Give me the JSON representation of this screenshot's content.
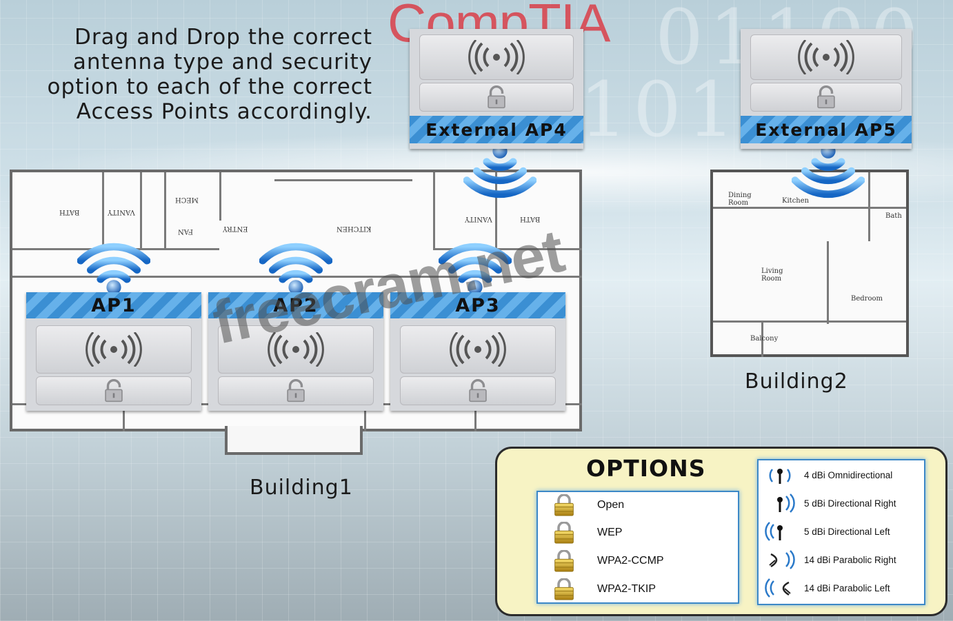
{
  "instructions": [
    "Drag and Drop the correct",
    "antenna type and security",
    "option to each of the correct",
    "Access Points accordingly."
  ],
  "brand": "CompTIA",
  "watermark": "freecram.net",
  "buildings": {
    "building1_label": "Building1",
    "building2_label": "Building2",
    "building1_rooms": [
      "BATH",
      "VANITY",
      "MECH",
      "FAN",
      "ENTRY",
      "KITCHEN",
      "VANITY",
      "BATH"
    ],
    "building2_rooms": [
      "Dining Room",
      "Kitchen",
      "Bath",
      "Living Room",
      "Bedroom",
      "Balcony"
    ]
  },
  "access_points": [
    {
      "label": "AP1"
    },
    {
      "label": "AP2"
    },
    {
      "label": "AP3"
    },
    {
      "label": "External AP4"
    },
    {
      "label": "External AP5"
    }
  ],
  "options": {
    "title": "OPTIONS",
    "security": [
      "Open",
      "WEP",
      "WPA2-CCMP",
      "WPA2-TKIP"
    ],
    "antennas": [
      "4 dBi Omnidirectional",
      "5 dBi Directional Right",
      "5 dBi Directional Left",
      "14 dBi Parabolic Right",
      "14 dBi Parabolic Left"
    ]
  },
  "colors": {
    "band_blue": "#3b8fd3",
    "wifi_blue": "#1f7fd6",
    "lock_gold": "#d9b02a",
    "panel_yellow": "#f7f3c4",
    "brand_red": "#e0202a"
  }
}
